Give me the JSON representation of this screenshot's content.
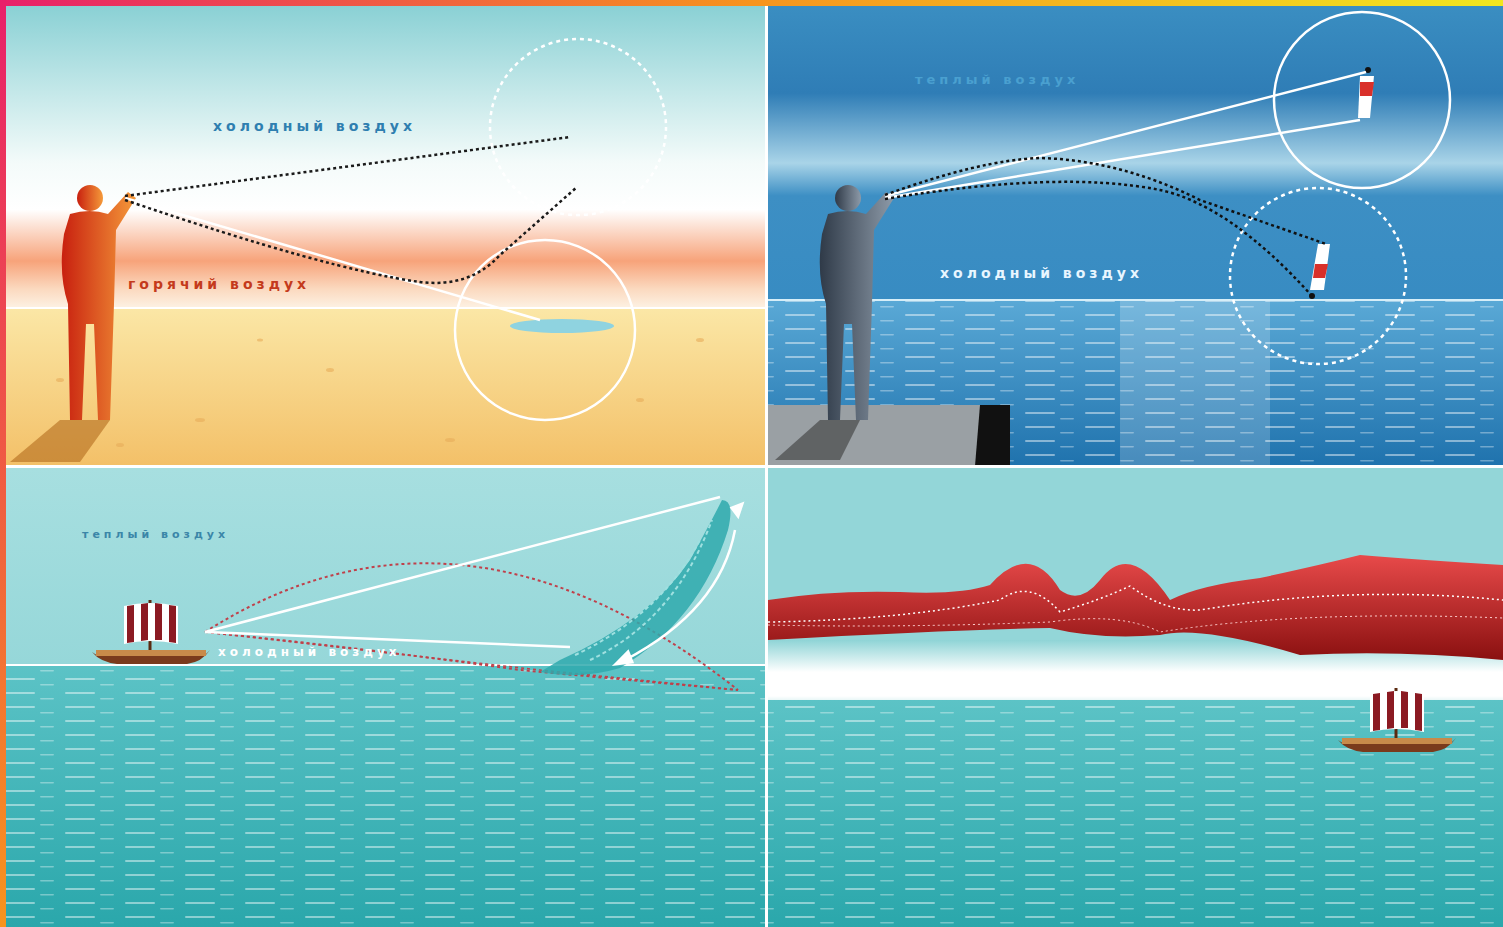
{
  "diagram": {
    "labels": [
      "холодный воздух",
      "горячий воздух",
      "теплый воздух",
      "холодный воздух",
      "теплый воздух",
      "холодный воздух"
    ]
  }
}
